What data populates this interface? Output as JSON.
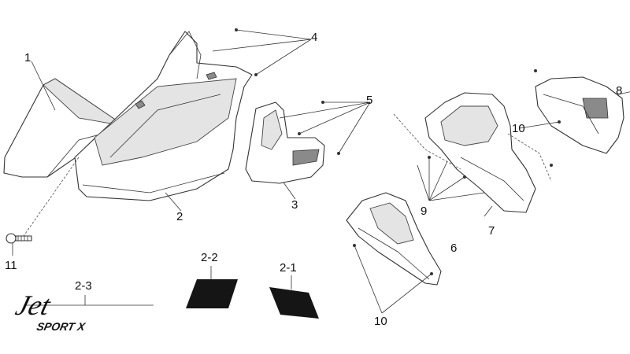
{
  "callouts": {
    "c1": "1",
    "c2": "2",
    "c2_1": "2-1",
    "c2_2": "2-2",
    "c2_3": "2-3",
    "c3": "3",
    "c4": "4",
    "c5": "5",
    "c6": "6",
    "c7": "7",
    "c8": "8",
    "c9": "9",
    "c10a": "10",
    "c10b": "10",
    "c11": "11"
  },
  "logo_text": {
    "main": "Jet",
    "sub": "SPORT X"
  }
}
